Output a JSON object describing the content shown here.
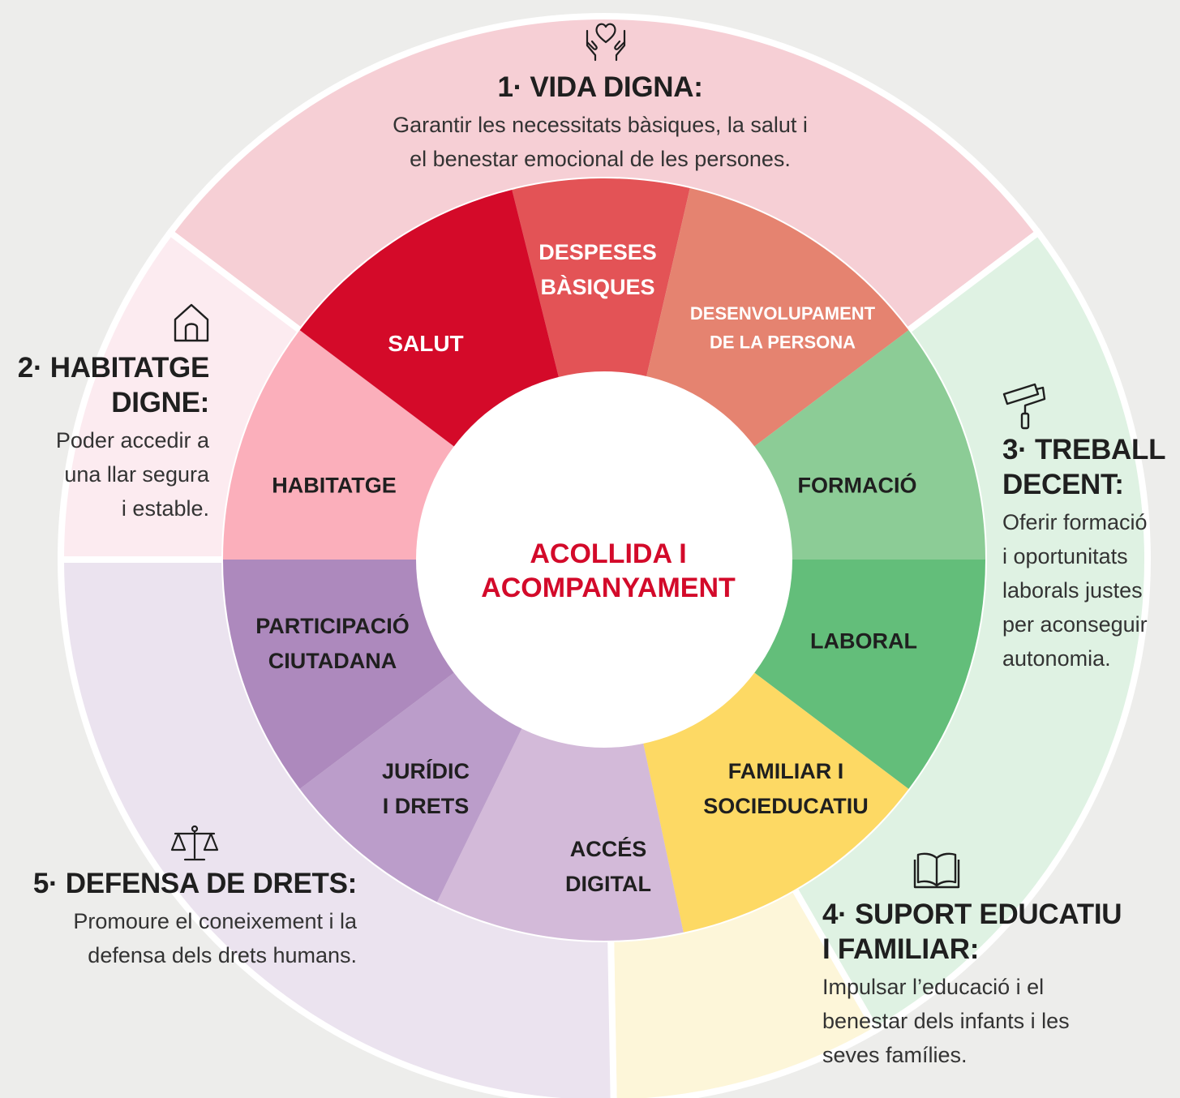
{
  "center": {
    "line1": "ACOLLIDA I",
    "line2": "ACOMPANYAMENT"
  },
  "colors": {
    "center_text": "#d30a2a",
    "outer_vida": "#f6cfd5",
    "outer_habitatge": "#fcebf0",
    "outer_treball": "#dff2e3",
    "outer_suport": "#fdf6d9",
    "outer_defensa": "#ebe3ef"
  },
  "outer": [
    {
      "id": "vida",
      "color": "#f6cfd5"
    },
    {
      "id": "treball",
      "color": "#dff2e3"
    },
    {
      "id": "suport",
      "color": "#fdf6d9"
    },
    {
      "id": "defensa",
      "color": "#ebe3ef"
    },
    {
      "id": "habitatge",
      "color": "#fcebf0"
    }
  ],
  "segments": [
    {
      "key": "despeses",
      "lines": [
        "DESPESES",
        "BÀSIQUES"
      ],
      "color": "#e35356",
      "text_style": "light"
    },
    {
      "key": "desenvolupament",
      "lines": [
        "DESENVOLUPAMENT",
        "DE LA PERSONA"
      ],
      "color": "#e58370",
      "text_style": "light"
    },
    {
      "key": "formacio",
      "lines": [
        "FORMACIÓ"
      ],
      "color": "#8ccc96",
      "text_style": "dark"
    },
    {
      "key": "laboral",
      "lines": [
        "LABORAL"
      ],
      "color": "#63be7a",
      "text_style": "dark"
    },
    {
      "key": "familiar",
      "lines": [
        "FAMILIAR I",
        "SOCIEDUCATIU"
      ],
      "color": "#fdd964",
      "text_style": "dark"
    },
    {
      "key": "acces",
      "lines": [
        "ACCÉS",
        "DIGITAL"
      ],
      "color": "#d3bad9",
      "text_style": "dark"
    },
    {
      "key": "juridic",
      "lines": [
        "JURÍDIC",
        "I DRETS"
      ],
      "color": "#bb9dca",
      "text_style": "dark"
    },
    {
      "key": "participacio",
      "lines": [
        "PARTICIPACIÓ",
        "CIUTADANA"
      ],
      "color": "#ad89bd",
      "text_style": "dark"
    },
    {
      "key": "habitatge",
      "lines": [
        "HABITATGE"
      ],
      "color": "#fbafbb",
      "text_style": "dark"
    },
    {
      "key": "salut",
      "lines": [
        "SALUT"
      ],
      "color": "#d40a29",
      "text_style": "light"
    }
  ],
  "blocks": {
    "vida": {
      "title": "1· VIDA DIGNA:",
      "text": "Garantir les necessitats bàsiques, la salut i\nel benestar emocional de les persones.",
      "icon": "heart-hands-icon"
    },
    "habitatge": {
      "title": "2· HABITATGE\nDIGNE:",
      "text": "Poder accedir a\nuna llar segura\ni estable.",
      "icon": "house-icon"
    },
    "treball": {
      "title": "3· TREBALL\nDECENT:",
      "text": "Oferir formació\ni oportunitats\nlaborals justes\nper aconseguir\nautonomia.",
      "icon": "paint-roller-icon"
    },
    "suport": {
      "title": "4· SUPORT EDUCATIU\nI FAMILIAR:",
      "text": "Impulsar l’educació i el\nbenestar dels infants i les\nseves famílies.",
      "icon": "open-book-icon"
    },
    "defensa": {
      "title": "5· DEFENSA DE DRETS:",
      "text": "Promoure el coneixement i la\ndefensa dels drets humans.",
      "icon": "scales-icon"
    }
  }
}
